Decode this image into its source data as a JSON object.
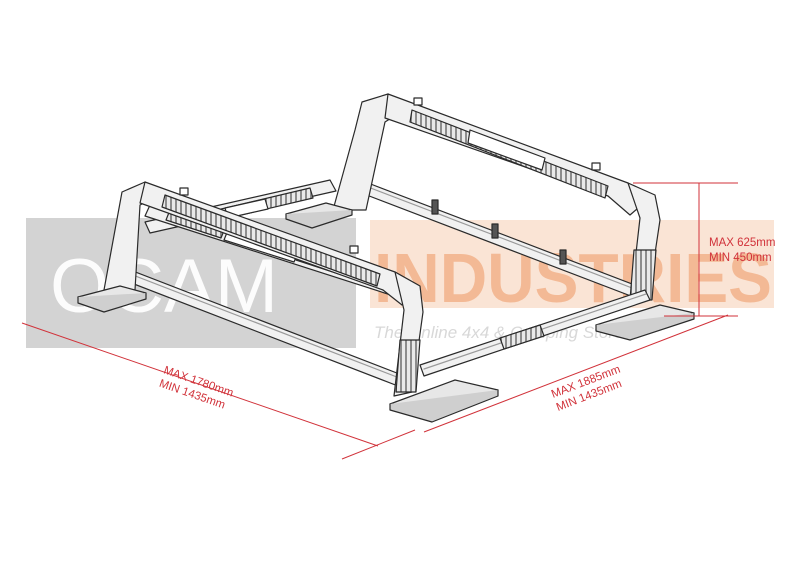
{
  "watermark": {
    "brand_left": "OCAM",
    "brand_right": "INDUSTRIES",
    "tagline": "The Online 4x4 & Camping Store"
  },
  "dimensions": {
    "height": {
      "max": "MAX 625mm",
      "min": "MIN 450mm"
    },
    "width": {
      "max": "MAX 1780mm",
      "min": "MIN 1435mm"
    },
    "length": {
      "max": "MAX 1885mm",
      "min": "MIN 1435mm"
    }
  },
  "colors": {
    "dimension_line": "#d1323a",
    "watermark_gray": "#c4c4c4",
    "watermark_orange": "#f4c3a2",
    "frame_stroke": "#2a2a2a",
    "frame_fill": "#f1f1f1",
    "shade": "#9a9a9a"
  }
}
